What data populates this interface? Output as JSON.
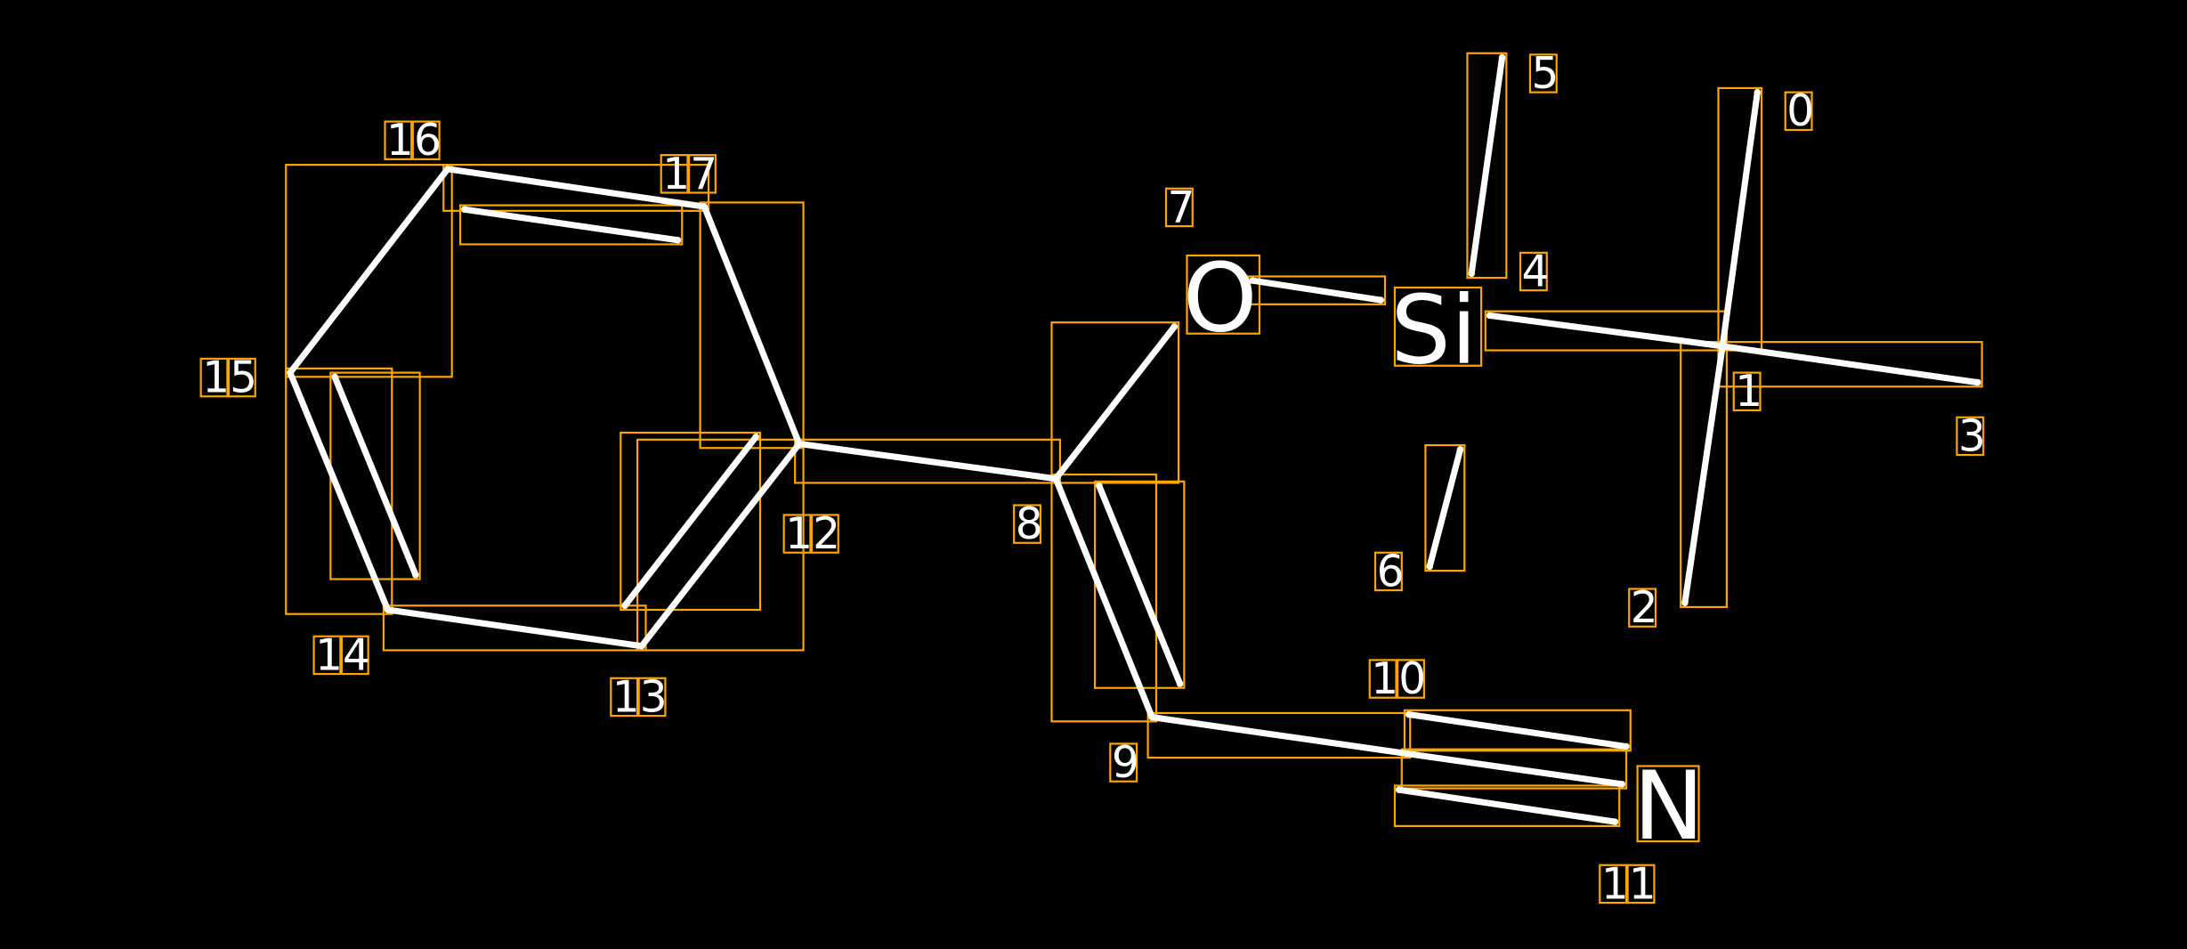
{
  "diagram": {
    "type": "molecule-annotation",
    "colors": {
      "background": "#000000",
      "bond": "#ffffff",
      "box": "#FFA500"
    },
    "element_labels": [
      {
        "atom": "7",
        "text": "O"
      },
      {
        "atom": "4",
        "text": "Si"
      },
      {
        "atom": "11",
        "text": "N"
      }
    ],
    "atom_indices": [
      "0",
      "1",
      "2",
      "3",
      "4",
      "5",
      "6",
      "7",
      "8",
      "9",
      "10",
      "11",
      "12",
      "13",
      "14",
      "15",
      "16",
      "17"
    ],
    "bonds": [
      {
        "from": "16",
        "to": "17",
        "order": 2
      },
      {
        "from": "17",
        "to": "12",
        "order": 1
      },
      {
        "from": "12",
        "to": "13",
        "order": 2
      },
      {
        "from": "13",
        "to": "14",
        "order": 1
      },
      {
        "from": "14",
        "to": "15",
        "order": 2
      },
      {
        "from": "15",
        "to": "16",
        "order": 1
      },
      {
        "from": "12",
        "to": "8",
        "order": 1
      },
      {
        "from": "8",
        "to": "7",
        "order": 1
      },
      {
        "from": "7",
        "to": "4",
        "order": 1
      },
      {
        "from": "4",
        "to": "5",
        "order": 1
      },
      {
        "from": "4",
        "to": "6",
        "order": 1
      },
      {
        "from": "4",
        "to": "1",
        "order": 1
      },
      {
        "from": "1",
        "to": "0",
        "order": 1
      },
      {
        "from": "1",
        "to": "2",
        "order": 1
      },
      {
        "from": "1",
        "to": "3",
        "order": 1
      },
      {
        "from": "8",
        "to": "9",
        "order": 2
      },
      {
        "from": "9",
        "to": "10",
        "order": 1
      },
      {
        "from": "10",
        "to": "11",
        "order": 3
      }
    ]
  }
}
